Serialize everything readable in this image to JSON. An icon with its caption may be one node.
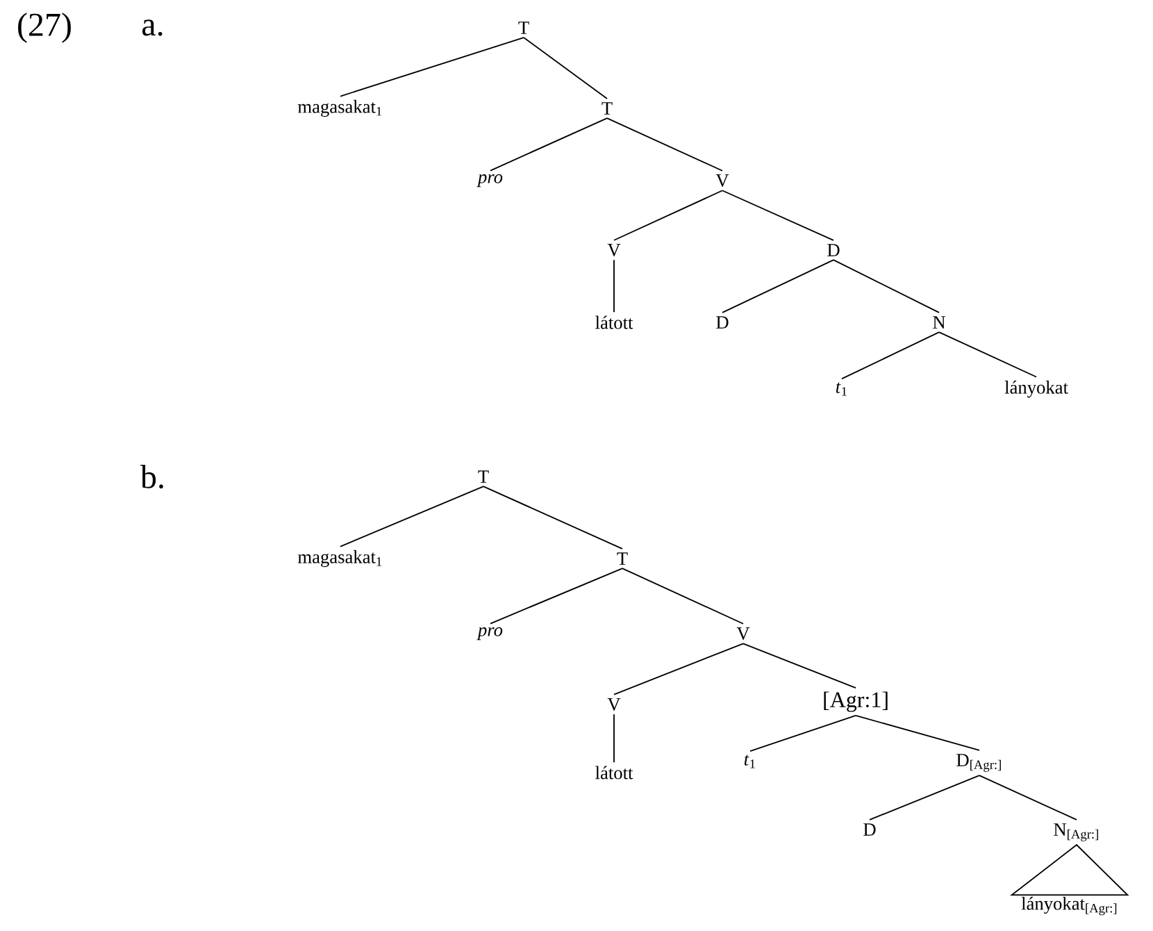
{
  "diagram": {
    "nodes": [
      {
        "text": [
          "T"
        ]
      },
      {
        "text": [
          "magasakat$_{1}$"
        ]
      },
      {
        "text": [
          "T"
        ]
      },
      {
        "text": [
          "*pro*"
        ]
      },
      {
        "text": [
          "V"
        ]
      },
      {
        "text": [
          "V"
        ]
      },
      {
        "text": [
          "D"
        ]
      },
      {
        "text": [
          "látott"
        ]
      },
      {
        "text": [
          "D"
        ]
      },
      {
        "text": [
          "N"
        ]
      },
      {
        "text": [
          "*t*$_{1}$"
        ]
      },
      {
        "text": [
          "lányokat"
        ]
      },
      {
        "text": [
          "T"
        ]
      },
      {
        "text": [
          "magasakat$_{1}$"
        ]
      },
      {
        "text": [
          "T"
        ]
      },
      {
        "text": [
          "*pro*"
        ]
      },
      {
        "text": [
          "V"
        ]
      },
      {
        "text": [
          "V"
        ]
      },
      {
        "text": [
          "[Agr:1]"
        ]
      },
      {
        "text": [
          "látott"
        ]
      },
      {
        "text": [
          "*t*$_{1}$"
        ]
      },
      {
        "text": [
          "D$_{[Agr:]}$"
        ]
      },
      {
        "text": [
          "D"
        ]
      },
      {
        "text": [
          "N$_{[Agr:]}$"
        ]
      },
      {
        "text": [
          "lányokat$_{[Agr:]}$"
        ]
      }
    ],
    "edges": [
      {
        "from": 0,
        "to": 1,
        "arrow": "none"
      },
      {
        "from": 0,
        "to": 2,
        "arrow": "none"
      },
      {
        "from": 2,
        "to": 3,
        "arrow": "none"
      },
      {
        "from": 2,
        "to": 4,
        "arrow": "none"
      },
      {
        "from": 4,
        "to": 5,
        "arrow": "none"
      },
      {
        "from": 4,
        "to": 6,
        "arrow": "none"
      },
      {
        "from": 5,
        "to": 7,
        "arrow": "none"
      },
      {
        "from": 6,
        "to": 8,
        "arrow": "none"
      },
      {
        "from": 6,
        "to": 9,
        "arrow": "none"
      },
      {
        "from": 9,
        "to": 10,
        "arrow": "none"
      },
      {
        "from": 9,
        "to": 11,
        "arrow": "none"
      },
      {
        "from": 12,
        "to": 13,
        "arrow": "none"
      },
      {
        "from": 12,
        "to": 14,
        "arrow": "none"
      },
      {
        "from": 14,
        "to": 15,
        "arrow": "none"
      },
      {
        "from": 14,
        "to": 16,
        "arrow": "none"
      },
      {
        "from": 16,
        "to": 17,
        "arrow": "none"
      },
      {
        "from": 16,
        "to": 18,
        "arrow": "none"
      },
      {
        "from": 17,
        "to": 19,
        "arrow": "none"
      },
      {
        "from": 18,
        "to": 20,
        "arrow": "none"
      },
      {
        "from": 18,
        "to": 21,
        "arrow": "none"
      },
      {
        "from": 21,
        "to": 22,
        "arrow": "none"
      },
      {
        "from": 21,
        "to": 23,
        "arrow": "none"
      },
      {
        "from": 23,
        "to": 24,
        "arrow": "none"
      }
    ],
    "labels": [
      "(27)",
      "a.",
      "b."
    ]
  }
}
